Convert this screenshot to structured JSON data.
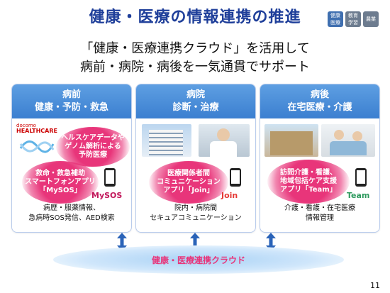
{
  "header": {
    "title": "健康・医療の情報連携の推進",
    "subtitle_line1": "「健康・医療連携クラウド」を活用して",
    "subtitle_line2": "病前・病院・病後を一気通貫でサポート"
  },
  "badges": [
    {
      "line1": "健康",
      "line2": "医療"
    },
    {
      "line1": "教育",
      "line2": "学習"
    },
    {
      "line1": "農業",
      "line2": ""
    }
  ],
  "cards": [
    {
      "head_line1": "病前",
      "head_line2": "健康・予防・救急",
      "logo_line1": "docomo",
      "logo_line2": "HEALTHCARE",
      "bubble1": "ヘルスケアデータや\nゲノム解析による\n予防医療",
      "bubble2": "救命・救急補助\nスマートフォンアプリ\n「MySOS」",
      "app": "MySOS",
      "foot_line1": "病歴・服薬情報、",
      "foot_line2": "急病時SOS発信、AED検索"
    },
    {
      "head_line1": "病院",
      "head_line2": "診断・治療",
      "bubble1": "医療関係者間\nコミュニケーション\nアプリ「Join」",
      "app": "Join",
      "foot_line1": "院内・病院間",
      "foot_line2": "セキュアコミュニケーション"
    },
    {
      "head_line1": "病後",
      "head_line2": "在宅医療・介護",
      "bubble1": "訪問介護・看護、\n地域包括ケア支援\nアプリ「Team」",
      "app": "Team",
      "foot_line1": "介護・看護・在宅医療",
      "foot_line2": "情報管理"
    }
  ],
  "cloud": {
    "label": "健康・医療連携クラウド"
  },
  "page_number": "11",
  "colors": {
    "title": "#1f3f9a",
    "card_head": "#3b7fd0",
    "bubble": "#e8357a",
    "cloud_label": "#e8357a"
  }
}
